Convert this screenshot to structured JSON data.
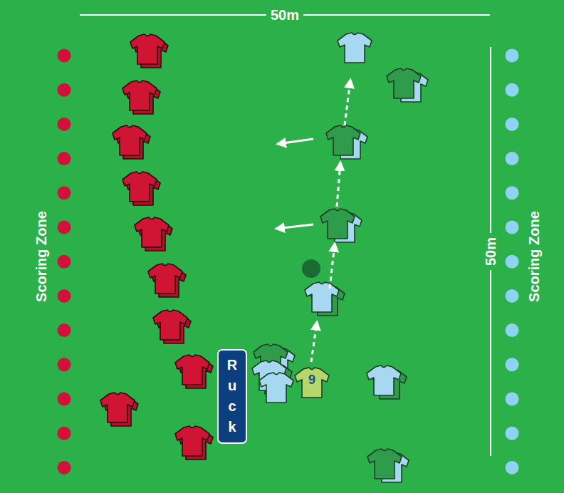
{
  "diagram": {
    "nodes": [
      {
        "text": [
          "Ruck"
        ]
      },
      {
        "text": [
          "9"
        ]
      }
    ],
    "labels": [
      "50m",
      "50m",
      "Scoring Zone",
      "Scoring Zone"
    ]
  }
}
